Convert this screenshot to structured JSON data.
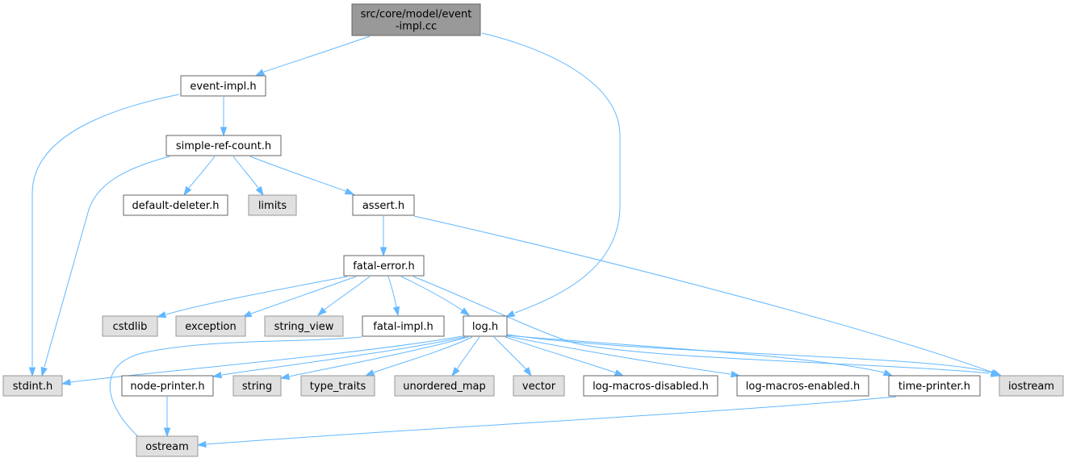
{
  "diagram": {
    "nodes": [
      {
        "id": "root",
        "lines": [
          "src/core/model/event",
          "-impl.cc"
        ],
        "kind": "root"
      },
      {
        "id": "event_impl_h",
        "lines": [
          "event-impl.h"
        ],
        "kind": "local"
      },
      {
        "id": "simple_ref_count_h",
        "lines": [
          "simple-ref-count.h"
        ],
        "kind": "local"
      },
      {
        "id": "default_deleter_h",
        "lines": [
          "default-deleter.h"
        ],
        "kind": "local"
      },
      {
        "id": "limits",
        "lines": [
          "limits"
        ],
        "kind": "system"
      },
      {
        "id": "assert_h",
        "lines": [
          "assert.h"
        ],
        "kind": "local"
      },
      {
        "id": "fatal_error_h",
        "lines": [
          "fatal-error.h"
        ],
        "kind": "local"
      },
      {
        "id": "cstdlib",
        "lines": [
          "cstdlib"
        ],
        "kind": "system"
      },
      {
        "id": "exception",
        "lines": [
          "exception"
        ],
        "kind": "system"
      },
      {
        "id": "string_view",
        "lines": [
          "string_view"
        ],
        "kind": "system"
      },
      {
        "id": "fatal_impl_h",
        "lines": [
          "fatal-impl.h"
        ],
        "kind": "local"
      },
      {
        "id": "log_h",
        "lines": [
          "log.h"
        ],
        "kind": "local"
      },
      {
        "id": "stdint_h",
        "lines": [
          "stdint.h"
        ],
        "kind": "system"
      },
      {
        "id": "node_printer_h",
        "lines": [
          "node-printer.h"
        ],
        "kind": "local"
      },
      {
        "id": "string",
        "lines": [
          "string"
        ],
        "kind": "system"
      },
      {
        "id": "type_traits",
        "lines": [
          "type_traits"
        ],
        "kind": "system"
      },
      {
        "id": "unordered_map",
        "lines": [
          "unordered_map"
        ],
        "kind": "system"
      },
      {
        "id": "vector",
        "lines": [
          "vector"
        ],
        "kind": "system"
      },
      {
        "id": "log_macros_disabled_h",
        "lines": [
          "log-macros-disabled.h"
        ],
        "kind": "local"
      },
      {
        "id": "log_macros_enabled_h",
        "lines": [
          "log-macros-enabled.h"
        ],
        "kind": "local"
      },
      {
        "id": "time_printer_h",
        "lines": [
          "time-printer.h"
        ],
        "kind": "local"
      },
      {
        "id": "iostream",
        "lines": [
          "iostream"
        ],
        "kind": "system"
      },
      {
        "id": "ostream",
        "lines": [
          "ostream"
        ],
        "kind": "system"
      }
    ],
    "edges": [
      {
        "from": "root",
        "to": "event_impl_h"
      },
      {
        "from": "root",
        "to": "log_h"
      },
      {
        "from": "event_impl_h",
        "to": "simple_ref_count_h"
      },
      {
        "from": "event_impl_h",
        "to": "stdint_h"
      },
      {
        "from": "simple_ref_count_h",
        "to": "default_deleter_h"
      },
      {
        "from": "simple_ref_count_h",
        "to": "limits"
      },
      {
        "from": "simple_ref_count_h",
        "to": "assert_h"
      },
      {
        "from": "simple_ref_count_h",
        "to": "stdint_h"
      },
      {
        "from": "assert_h",
        "to": "fatal_error_h"
      },
      {
        "from": "assert_h",
        "to": "iostream"
      },
      {
        "from": "fatal_error_h",
        "to": "cstdlib"
      },
      {
        "from": "fatal_error_h",
        "to": "exception"
      },
      {
        "from": "fatal_error_h",
        "to": "string_view"
      },
      {
        "from": "fatal_error_h",
        "to": "fatal_impl_h"
      },
      {
        "from": "fatal_error_h",
        "to": "log_h"
      },
      {
        "from": "fatal_error_h",
        "to": "iostream"
      },
      {
        "from": "fatal_impl_h",
        "to": "ostream"
      },
      {
        "from": "log_h",
        "to": "stdint_h"
      },
      {
        "from": "log_h",
        "to": "node_printer_h"
      },
      {
        "from": "log_h",
        "to": "string"
      },
      {
        "from": "log_h",
        "to": "type_traits"
      },
      {
        "from": "log_h",
        "to": "unordered_map"
      },
      {
        "from": "log_h",
        "to": "vector"
      },
      {
        "from": "log_h",
        "to": "log_macros_disabled_h"
      },
      {
        "from": "log_h",
        "to": "log_macros_enabled_h"
      },
      {
        "from": "log_h",
        "to": "time_printer_h"
      },
      {
        "from": "log_h",
        "to": "iostream"
      },
      {
        "from": "node_printer_h",
        "to": "ostream"
      },
      {
        "from": "time_printer_h",
        "to": "ostream"
      }
    ],
    "colors": {
      "edge": "#63b8ff",
      "root_fill": "#999999",
      "local_fill": "#ffffff",
      "system_fill": "#e0e0e0"
    }
  }
}
